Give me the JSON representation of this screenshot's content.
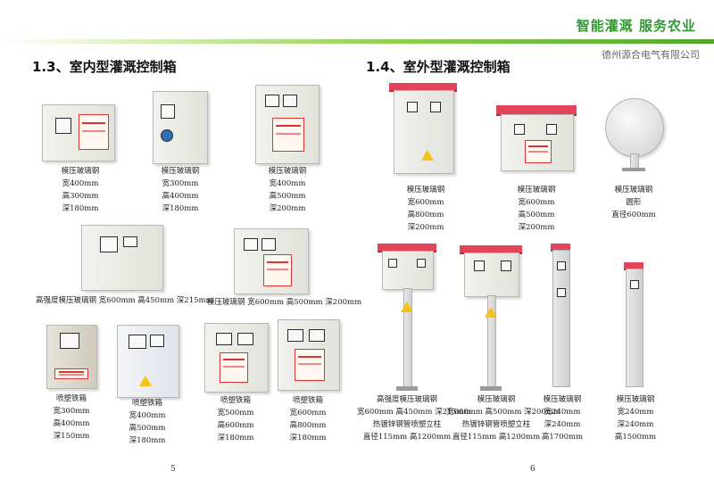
{
  "header": {
    "slogan": "智能灌溉  服务农业",
    "company": "德州源合电气有限公司"
  },
  "left_page": {
    "section_title": "1.3、室内型灌溉控制箱",
    "page_number": "5",
    "items": [
      {
        "name": "模压玻璃钢",
        "specs": [
          "宽400mm",
          "高300mm",
          "深180mm"
        ]
      },
      {
        "name": "模压玻璃钢",
        "specs": [
          "宽300mm",
          "高400mm",
          "深180mm"
        ]
      },
      {
        "name": "模压玻璃钢",
        "specs": [
          "宽400mm",
          "高500mm",
          "深200mm"
        ]
      },
      {
        "name": "高强度模压玻璃钢",
        "specs": [
          "宽600mm 高450mm 深215mm"
        ]
      },
      {
        "name": "模压玻璃钢",
        "specs": [
          "宽600mm 高500mm 深200mm"
        ]
      },
      {
        "name": "喷塑铁箱",
        "specs": [
          "宽300mm",
          "高400mm",
          "深150mm"
        ]
      },
      {
        "name": "喷塑铁箱",
        "specs": [
          "宽400mm",
          "高500mm",
          "深180mm"
        ]
      },
      {
        "name": "喷塑铁箱",
        "specs": [
          "宽500mm",
          "高600mm",
          "深180mm"
        ]
      },
      {
        "name": "喷塑铁箱",
        "specs": [
          "宽600mm",
          "高800mm",
          "深180mm"
        ]
      }
    ]
  },
  "right_page": {
    "section_title": "1.4、室外型灌溉控制箱",
    "page_number": "6",
    "items": [
      {
        "name": "模压玻璃钢",
        "specs": [
          "宽600mm",
          "高800mm",
          "深200mm"
        ]
      },
      {
        "name": "模压玻璃钢",
        "specs": [
          "宽600mm",
          "高500mm",
          "深200mm"
        ]
      },
      {
        "name": "模压玻璃钢",
        "specs": [
          "圆形",
          "直径600mm"
        ]
      },
      {
        "name": "高强度模压玻璃钢",
        "specs": [
          "宽600mm 高450mm 深215mm",
          "热镀锌钢管喷塑立柱",
          "直径115mm 高1200mm"
        ]
      },
      {
        "name": "模压玻璃钢",
        "specs": [
          "宽600mm 高500mm 深200mm",
          "热镀锌钢管喷塑立柱",
          "直径115mm 高1200mm"
        ]
      },
      {
        "name": "模压玻璃钢",
        "specs": [
          "宽240mm",
          "深240mm",
          "高1700mm"
        ]
      },
      {
        "name": "模压玻璃钢",
        "specs": [
          "宽240mm",
          "深240mm",
          "高1500mm"
        ]
      }
    ]
  }
}
